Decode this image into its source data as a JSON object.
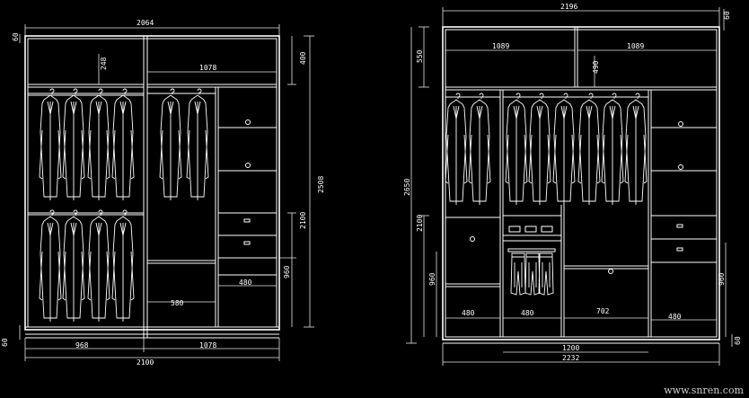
{
  "watermark": "www.snren.com",
  "left": {
    "total_width_top": "2064",
    "total_width_bottom": "2100",
    "top_thickness": "60",
    "base_thickness": "60",
    "top_shelf_height": "248",
    "right_top_width": "1078",
    "right_top_height": "400",
    "total_height": "2508",
    "right_lower_height": "2100",
    "drawer_block_height": "960",
    "drawer_width": "480",
    "lower_shelf_width": "580",
    "bottom_left_width": "968",
    "bottom_right_width": "1078"
  },
  "right": {
    "total_width_top": "2196",
    "top_thickness": "60",
    "top_left_width": "1089",
    "top_right_width": "1089",
    "mid_top_height": "490",
    "top_height": "550",
    "total_height": "2650",
    "lower_height": "2100",
    "left_block_height": "960",
    "right_block_height": "960",
    "bottom_left_width": "480",
    "bottom_mid_width": "480",
    "bottom_center_width": "702",
    "bottom_right_width": "480",
    "base_thickness": "60",
    "center_width": "1200",
    "total_width_bottom": "2232"
  }
}
